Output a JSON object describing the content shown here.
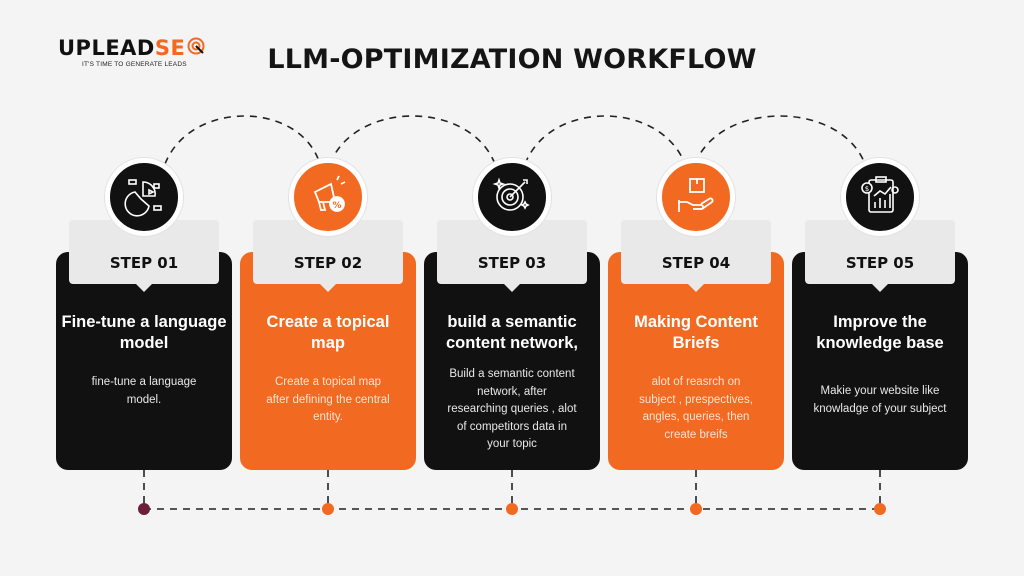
{
  "brand": {
    "name_part1": "UPLEAD",
    "name_part2": "SE",
    "tagline": "IT'S TIME TO GENERATE LEADS"
  },
  "title": "LLM-OPTIMIZATION WORKFLOW",
  "colors": {
    "accent": "#f26a21",
    "dark": "#111111",
    "tab": "#e9e9e9",
    "background": "#f4f4f4",
    "timeline_first_dot": "#6b1f3a"
  },
  "steps": [
    {
      "step": "STEP 01",
      "theme": "dark",
      "icon": "pie-chart-icon",
      "title": "Fine-tune a language model",
      "description": "fine-tune a language model."
    },
    {
      "step": "STEP 02",
      "theme": "orange",
      "icon": "megaphone-icon",
      "title": "Create a topical map",
      "description": "Create a topical map after defining the central entity."
    },
    {
      "step": "STEP 03",
      "theme": "dark",
      "icon": "target-icon",
      "title": "build a semantic content network,",
      "description": "Build a semantic content network, after researching queries , alot of competitors data in your topic"
    },
    {
      "step": "STEP 04",
      "theme": "orange",
      "icon": "hand-box-icon",
      "title": "Making Content Briefs",
      "description": "alot of reasrch on subject , prespectives, angles, queries, then create breifs"
    },
    {
      "step": "STEP 05",
      "theme": "dark",
      "icon": "report-chart-icon",
      "title": "Improve the knowledge base",
      "description": "Makie your website like knowladge of your subject"
    }
  ]
}
